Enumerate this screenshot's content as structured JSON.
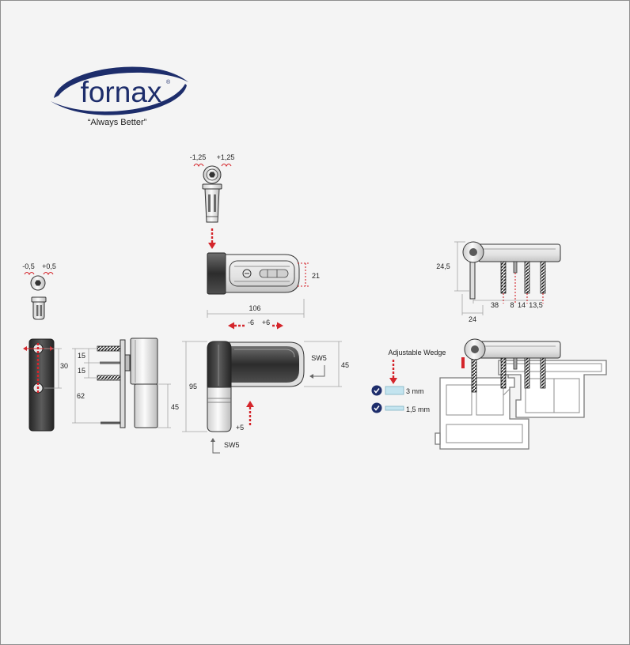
{
  "brand": {
    "name": "fornax",
    "registered": "®",
    "tagline": "“Always Better”"
  },
  "colors": {
    "brand_navy": "#1d2d6b",
    "adjustment_red": "#d4252b",
    "outline": "#333333",
    "dimension_line": "#a3a3a3",
    "wedge_blue": "#c3e4ef",
    "background": "#f4f4f4"
  },
  "views": {
    "top_adjuster": {
      "minus": "-1,25",
      "plus": "+1,25"
    },
    "frame_part_top": {
      "height": "21"
    },
    "hinge_front": {
      "length": "106",
      "side_minus": "-6",
      "side_plus": "+6",
      "height": "95",
      "leaf_height": "45",
      "wrench_side": "SW5",
      "height_plus": "+5",
      "wrench_bottom": "SW5"
    },
    "frame_part_front": {
      "minus": "-0,5",
      "plus": "+0,5",
      "hole_spacing": "30"
    },
    "side_view": {
      "screw_spacing_upper": "15",
      "screw_spacing_lower": "15",
      "screw_span": "62",
      "lower_body_height": "45"
    },
    "profile": {
      "height": "24,5",
      "spacings": [
        "38",
        "8",
        "14",
        "13,5"
      ],
      "pin_offset": "24"
    },
    "section": {
      "wedge_label": "Adjustable Wedge",
      "wedges": [
        {
          "label": "3 mm",
          "icon": "check-icon"
        },
        {
          "label": "1,5 mm",
          "icon": "check-icon"
        }
      ]
    }
  }
}
